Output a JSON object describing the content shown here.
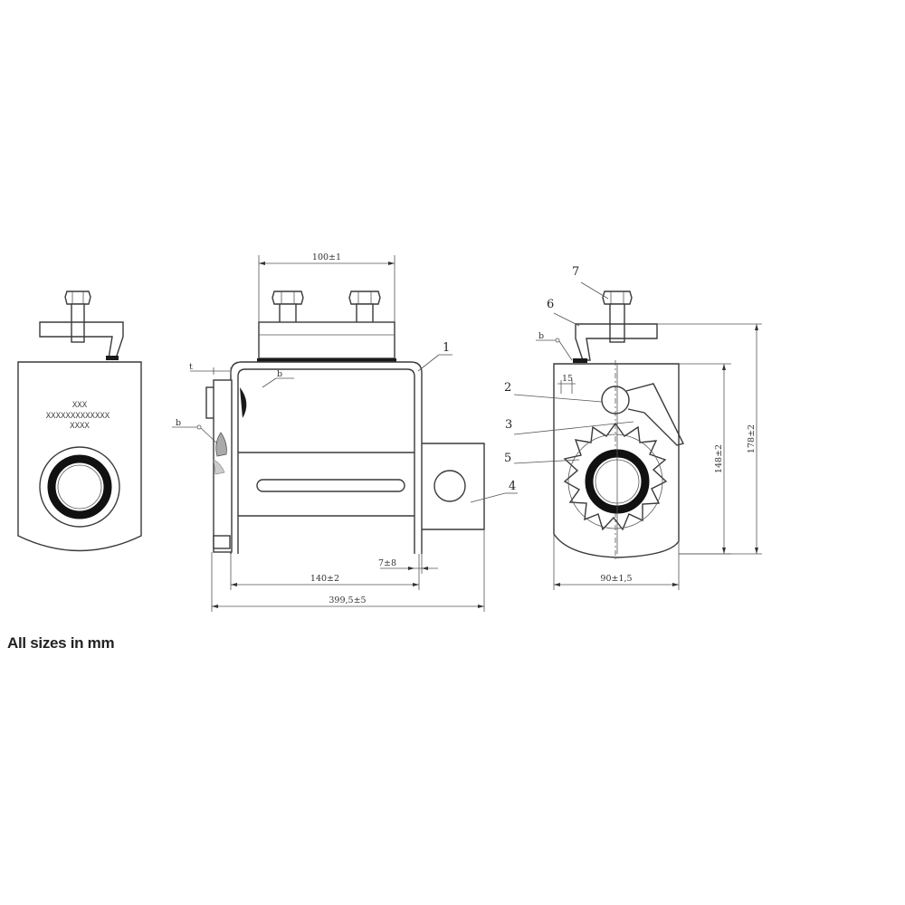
{
  "footnote": "All sizes in mm",
  "dimensions": {
    "top_width": "100±1",
    "inner_width": "140±2",
    "overall_width": "399,5±5",
    "side_width": "90±1,5",
    "height_inner": "148±2",
    "height_overall": "178±2",
    "clearance": "7±8",
    "offset": "15",
    "thickness": "t"
  },
  "part_numbers": [
    "1",
    "2",
    "3",
    "4",
    "5",
    "6",
    "7"
  ],
  "weld_symbol": "b",
  "nameplate": [
    "XXX",
    "XXXXXXXXXXXXX",
    "XXXX"
  ]
}
